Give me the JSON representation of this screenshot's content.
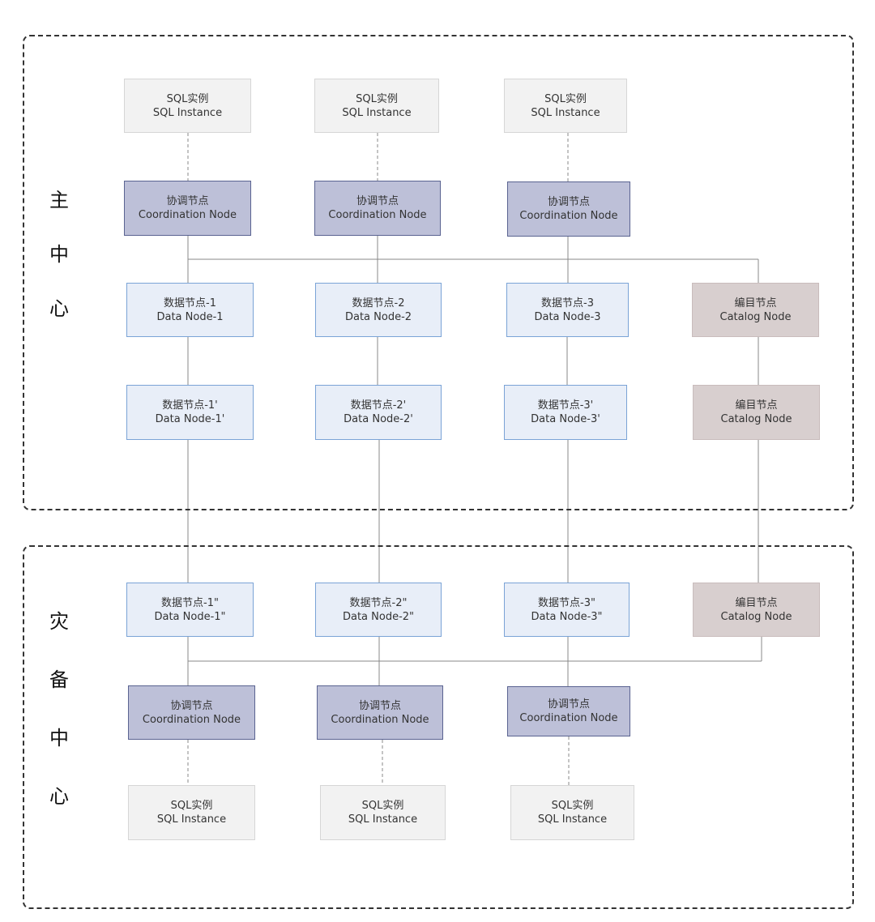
{
  "regions": {
    "main_label": [
      "主",
      "中",
      "心"
    ],
    "dr_label": [
      "灾",
      "备",
      "中",
      "心"
    ]
  },
  "sql_instance": {
    "zh": "SQL实例",
    "en": "SQL Instance"
  },
  "coordination_node": {
    "zh": "协调节点",
    "en": "Coordination Node"
  },
  "catalog_node": {
    "zh": "编目节点",
    "en": "Catalog Node"
  },
  "data_nodes": {
    "primary": [
      {
        "zh": "数据节点-1",
        "en": "Data Node-1"
      },
      {
        "zh": "数据节点-2",
        "en": "Data Node-2"
      },
      {
        "zh": "数据节点-3",
        "en": "Data Node-3"
      }
    ],
    "replica": [
      {
        "zh": "数据节点-1'",
        "en": "Data Node-1'"
      },
      {
        "zh": "数据节点-2'",
        "en": "Data Node-2'"
      },
      {
        "zh": "数据节点-3'",
        "en": "Data Node-3'"
      }
    ],
    "dr": [
      {
        "zh": "数据节点-1\"",
        "en": "Data Node-1\""
      },
      {
        "zh": "数据节点-2\"",
        "en": "Data Node-2\""
      },
      {
        "zh": "数据节点-3\"",
        "en": "Data Node-3\""
      }
    ]
  },
  "colors": {
    "sql_fill": "#f2f2f2",
    "coord_fill": "#bdc0d8",
    "coord_border": "#5a6391",
    "data_fill": "#e8eef8",
    "data_border": "#7aa3d6",
    "catalog_fill": "#d8cfcf",
    "line": "#888888"
  }
}
